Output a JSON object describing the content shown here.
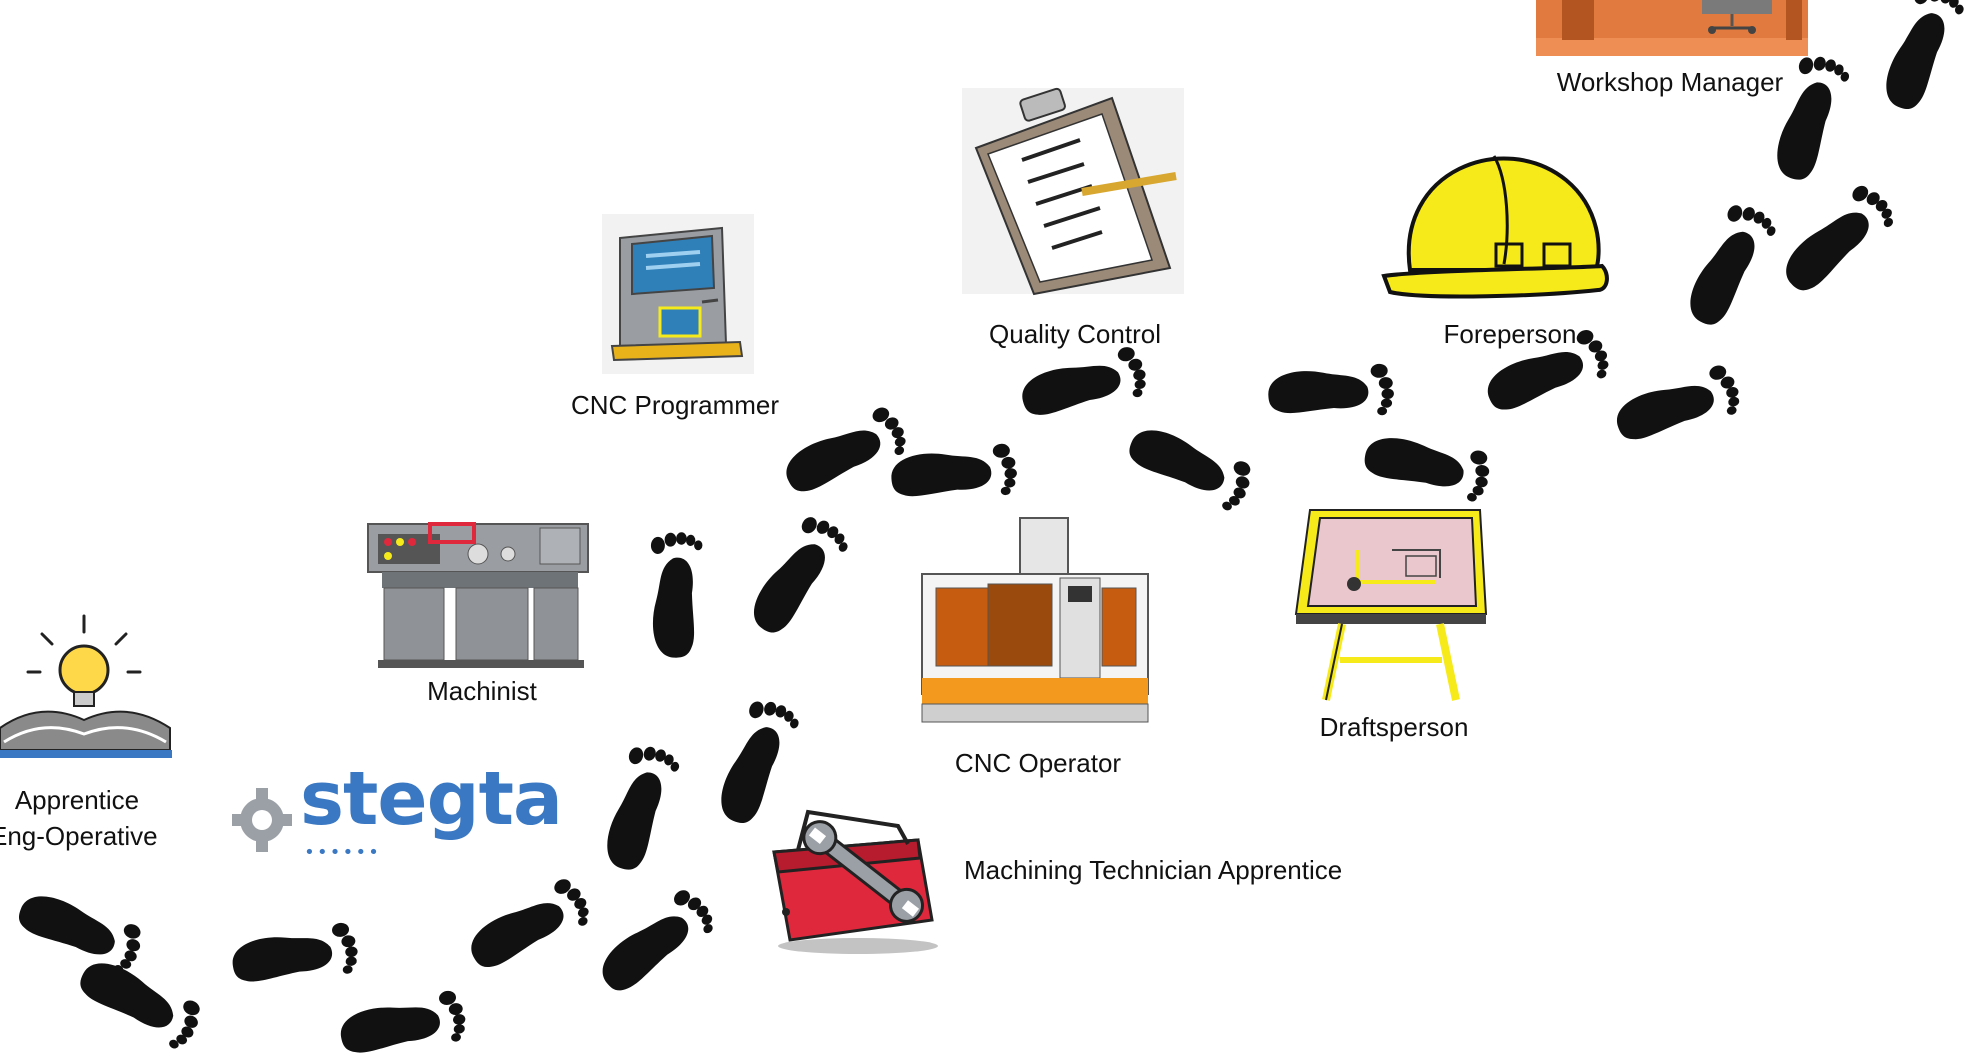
{
  "logo": {
    "text": "stegta",
    "dots": "••••••"
  },
  "roles": {
    "apprentice": {
      "line1": "Apprentice",
      "line2": "Eng-Operative"
    },
    "machining_technician": "Machining Technician Apprentice",
    "machinist": "Machinist",
    "cnc_programmer": "CNC Programmer",
    "cnc_operator": "CNC Operator",
    "quality_control": "Quality Control",
    "draftsperson": "Draftsperson",
    "foreperson": "Foreperson",
    "workshop_manager": "Workshop Manager"
  },
  "icons": {
    "apprentice": "lightbulb-book-icon",
    "machining_technician": "toolbox-wrench-icon",
    "machinist": "lathe-machine-icon",
    "cnc_programmer": "cnc-terminal-icon",
    "cnc_operator": "cnc-mill-icon",
    "quality_control": "clipboard-checklist-icon",
    "draftsperson": "drafting-table-icon",
    "foreperson": "hard-hat-icon",
    "workshop_manager": "desk-chair-icon"
  },
  "colors": {
    "footprint": "#111111",
    "logo": "#3a78c3",
    "hardhat": "#f6ea1a",
    "toolbox": "#e0283c",
    "cnc_orange": "#f39a1e"
  }
}
